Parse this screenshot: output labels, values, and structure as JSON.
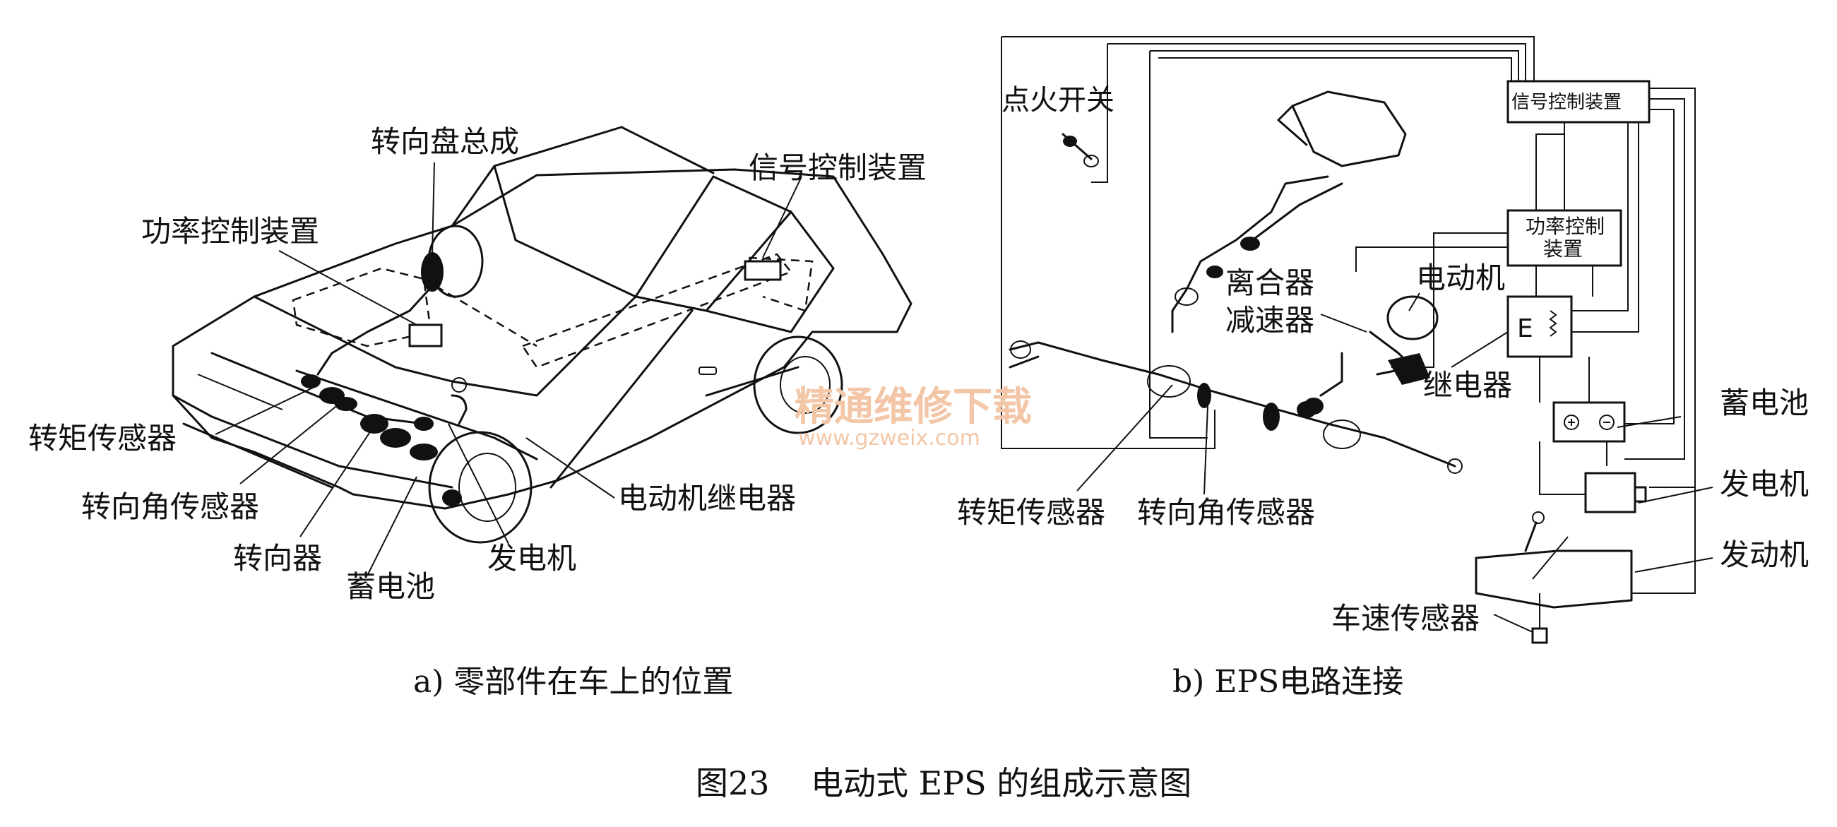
{
  "left_diagram": {
    "caption": "a) 零部件在车上的位置",
    "labels": {
      "steering_wheel_assembly": "转向盘总成",
      "signal_control_unit": "信号控制装置",
      "power_control_unit": "功率控制装置",
      "torque_sensor": "转矩传感器",
      "steering_angle_sensor": "转向角传感器",
      "steering_gear": "转向器",
      "battery": "蓄电池",
      "generator": "发电机",
      "motor_relay": "电动机继电器"
    }
  },
  "right_diagram": {
    "caption": "b) EPS电路连接",
    "labels": {
      "ignition_switch": "点火开关",
      "signal_control_unit": "信号控制装置",
      "power_control_unit_line1": "功率控制",
      "power_control_unit_line2": "装置",
      "clutch": "离合器",
      "reducer": "减速器",
      "motor": "电动机",
      "relay": "继电器",
      "relay_symbol": "E",
      "battery": "蓄电池",
      "generator": "发电机",
      "engine": "发动机",
      "speed_sensor": "车速传感器",
      "torque_sensor": "转矩传感器",
      "steering_angle_sensor": "转向角传感器"
    }
  },
  "figure_caption": "图23    电动式 EPS 的组成示意图",
  "watermark": {
    "line1": "精通维修下载",
    "line2": "www.gzweix.com"
  }
}
